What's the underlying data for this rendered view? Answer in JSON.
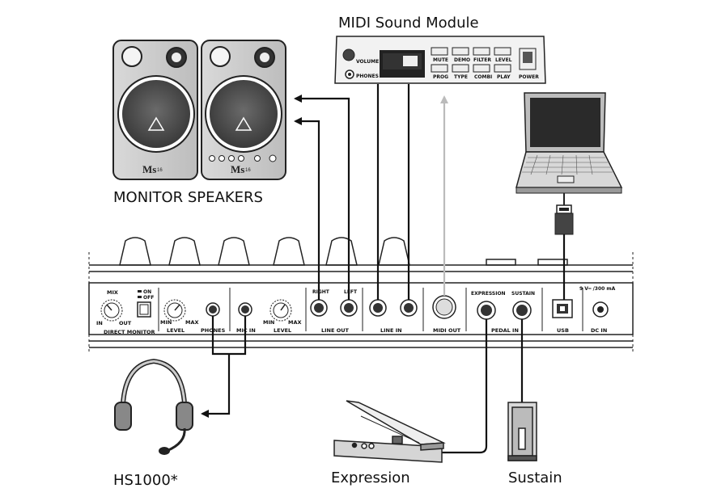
{
  "captions": {
    "midi_sound_module": "MIDI Sound Module",
    "monitor_speakers": "MONITOR SPEAKERS",
    "headset": "HS1000*",
    "expression": "Expression",
    "sustain": "Sustain"
  },
  "sound_module": {
    "volume": "VOLUME",
    "phones": "PHONES",
    "button_row_top": [
      "MUTE",
      "DEMO",
      "FILTER",
      "LEVEL"
    ],
    "button_row_bottom": [
      "PROG",
      "TYPE",
      "COMBI",
      "PLAY"
    ],
    "power": "POWER"
  },
  "speakers": {
    "model": "Ms",
    "model_suffix": "16"
  },
  "panel": {
    "mix": "MIX",
    "in": "IN",
    "out": "OUT",
    "on": "ON",
    "off": "OFF",
    "direct_monitor": "DIRECT MONITOR",
    "min": "MIN",
    "max": "MAX",
    "level": "LEVEL",
    "phones": "PHONES",
    "mic_in": "MIC IN",
    "right": "RIGHT",
    "left": "LEFT",
    "line_out": "LINE OUT",
    "line_in": "LINE IN",
    "midi_out": "MIDI OUT",
    "expression": "EXPRESSION",
    "sustain": "SUSTAIN",
    "pedal_in": "PEDAL IN",
    "power_spec": "9 V═ /300 mA",
    "usb": "USB",
    "dc_in": "DC IN"
  },
  "icons": [
    "behringer-logo-icon",
    "usb-plug-icon",
    "laptop-icon",
    "headset-icon",
    "expression-pedal-icon",
    "sustain-pedal-icon",
    "power-icon"
  ]
}
